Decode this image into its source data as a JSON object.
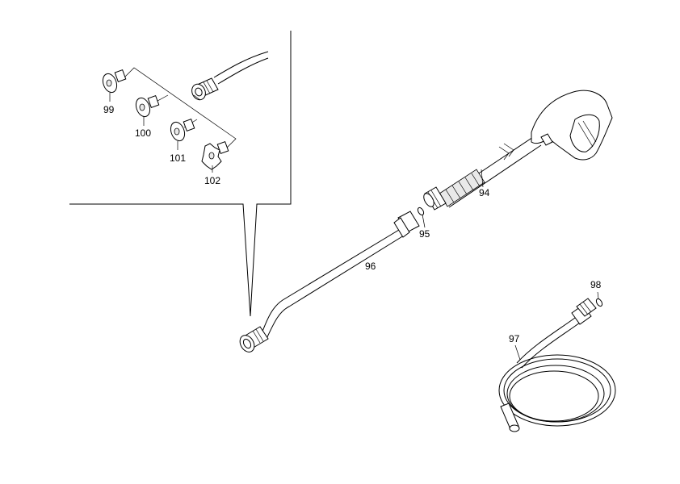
{
  "diagram": {
    "labels": {
      "p94": "94",
      "p95": "95",
      "p96": "96",
      "p97": "97",
      "p98": "98",
      "p99": "99",
      "p100": "100",
      "p101": "101",
      "p102": "102"
    },
    "parts": {
      "gun": "spray-gun",
      "oring": "o-ring",
      "lance": "spray-lance",
      "hose": "high-pressure-hose",
      "hose_oring": "o-ring",
      "nozzles": [
        "nozzle",
        "nozzle",
        "nozzle",
        "nozzle"
      ]
    }
  }
}
